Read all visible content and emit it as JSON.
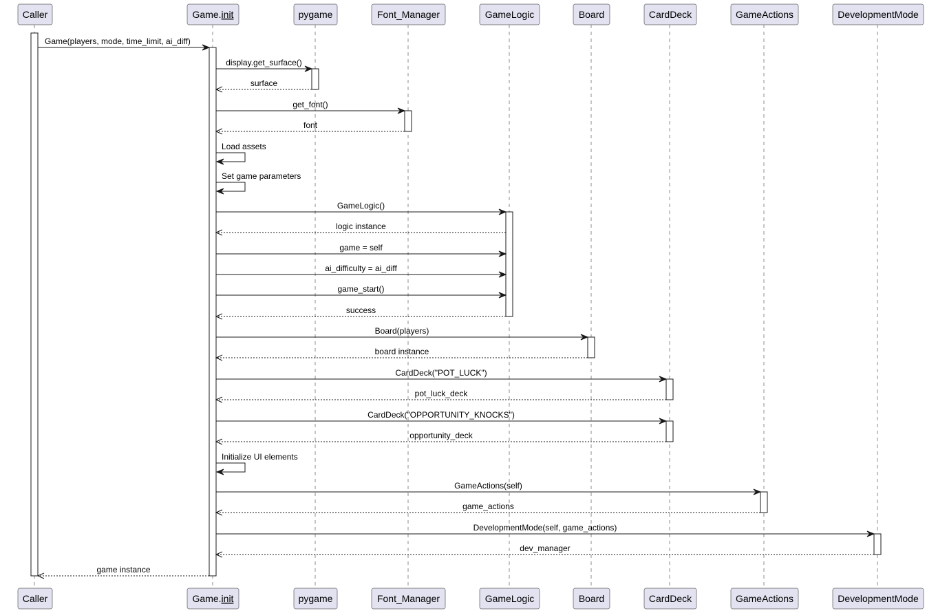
{
  "participants": [
    {
      "id": "caller",
      "label": "Caller",
      "underline": ""
    },
    {
      "id": "game",
      "label": "Game.",
      "underline": "init"
    },
    {
      "id": "pygame",
      "label": "pygame",
      "underline": ""
    },
    {
      "id": "font_manager",
      "label": "Font_Manager",
      "underline": ""
    },
    {
      "id": "gamelogic",
      "label": "GameLogic",
      "underline": ""
    },
    {
      "id": "board",
      "label": "Board",
      "underline": ""
    },
    {
      "id": "carddeck",
      "label": "CardDeck",
      "underline": ""
    },
    {
      "id": "gameactions",
      "label": "GameActions",
      "underline": ""
    },
    {
      "id": "devmode",
      "label": "DevelopmentMode",
      "underline": ""
    }
  ],
  "messages": [
    {
      "from": "caller",
      "to": "game",
      "label": "Game(players, mode, time_limit, ai_diff)",
      "kind": "call"
    },
    {
      "from": "game",
      "to": "pygame",
      "label": "display.get_surface()",
      "kind": "call"
    },
    {
      "from": "pygame",
      "to": "game",
      "label": "surface",
      "kind": "return"
    },
    {
      "from": "game",
      "to": "font_manager",
      "label": "get_font()",
      "kind": "call"
    },
    {
      "from": "font_manager",
      "to": "game",
      "label": "font",
      "kind": "return"
    },
    {
      "from": "game",
      "to": "game",
      "label": "Load assets",
      "kind": "self"
    },
    {
      "from": "game",
      "to": "game",
      "label": "Set game parameters",
      "kind": "self"
    },
    {
      "from": "game",
      "to": "gamelogic",
      "label": "GameLogic()",
      "kind": "call"
    },
    {
      "from": "gamelogic",
      "to": "game",
      "label": "logic instance",
      "kind": "return"
    },
    {
      "from": "game",
      "to": "gamelogic",
      "label": "game = self",
      "kind": "call"
    },
    {
      "from": "game",
      "to": "gamelogic",
      "label": "ai_difficulty = ai_diff",
      "kind": "call"
    },
    {
      "from": "game",
      "to": "gamelogic",
      "label": "game_start()",
      "kind": "call"
    },
    {
      "from": "gamelogic",
      "to": "game",
      "label": "success",
      "kind": "return"
    },
    {
      "from": "game",
      "to": "board",
      "label": "Board(players)",
      "kind": "call"
    },
    {
      "from": "board",
      "to": "game",
      "label": "board instance",
      "kind": "return"
    },
    {
      "from": "game",
      "to": "carddeck",
      "label": "CardDeck(\"POT_LUCK\")",
      "kind": "call"
    },
    {
      "from": "carddeck",
      "to": "game",
      "label": "pot_luck_deck",
      "kind": "return"
    },
    {
      "from": "game",
      "to": "carddeck",
      "label": "CardDeck(\"OPPORTUNITY_KNOCKS\")",
      "kind": "call"
    },
    {
      "from": "carddeck",
      "to": "game",
      "label": "opportunity_deck",
      "kind": "return"
    },
    {
      "from": "game",
      "to": "game",
      "label": "Initialize UI elements",
      "kind": "self"
    },
    {
      "from": "game",
      "to": "gameactions",
      "label": "GameActions(self)",
      "kind": "call"
    },
    {
      "from": "gameactions",
      "to": "game",
      "label": "game_actions",
      "kind": "return"
    },
    {
      "from": "game",
      "to": "devmode",
      "label": "DevelopmentMode(self, game_actions)",
      "kind": "call"
    },
    {
      "from": "devmode",
      "to": "game",
      "label": "dev_manager",
      "kind": "return"
    },
    {
      "from": "game",
      "to": "caller",
      "label": "game instance",
      "kind": "return"
    }
  ],
  "colors": {
    "participant_fill": "#e2e2f0",
    "line": "#181818",
    "text": "#000000"
  }
}
